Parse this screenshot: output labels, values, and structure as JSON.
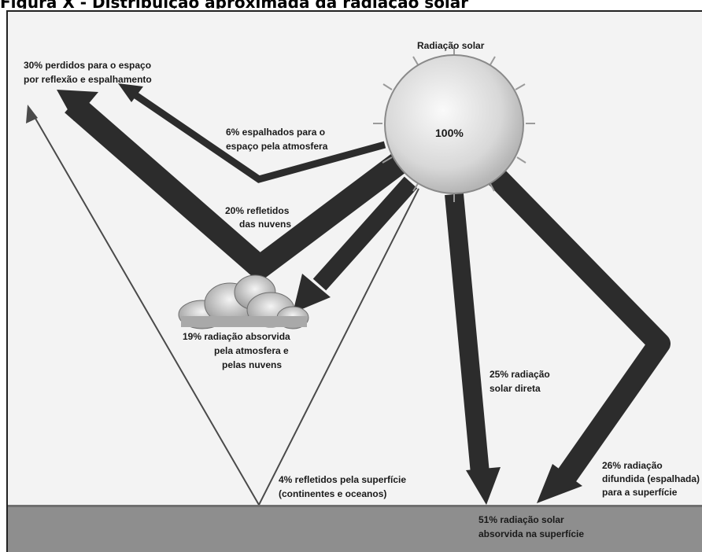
{
  "figure": {
    "heading": "Figura X - Distribuição aproximada da radiação solar"
  },
  "colors": {
    "arrow": "#2c2c2c",
    "ground": "#8e8e8e",
    "sun": "#e2e2e2",
    "background": "#f3f3f3"
  },
  "labels": {
    "sun_title": "Radiação solar",
    "sun_percent": "100%",
    "lost_line1": "30% perdidos para o espaço",
    "lost_line2": "por reflexão e espalhamento",
    "scattered_line1": "6% espalhados para o",
    "scattered_line2": "espaço pela atmosfera",
    "clouds_line1": "20% refletidos",
    "clouds_line2": "das nuvens",
    "absorbed_line1": "19% radiação absorvida",
    "absorbed_line2": "pela atmosfera e",
    "absorbed_line3": "pelas nuvens",
    "direct_line1": "25% radiação",
    "direct_line2": "solar direta",
    "diffuse_line1": "26% radiação",
    "diffuse_line2": "difundida (espalhada)",
    "diffuse_line3": "para a superfície",
    "surface_line1": "4% refletidos pela superfície",
    "surface_line2": "(continentes e oceanos)",
    "ground_line1": "51% radiação solar",
    "ground_line2": "absorvida na superfície"
  }
}
